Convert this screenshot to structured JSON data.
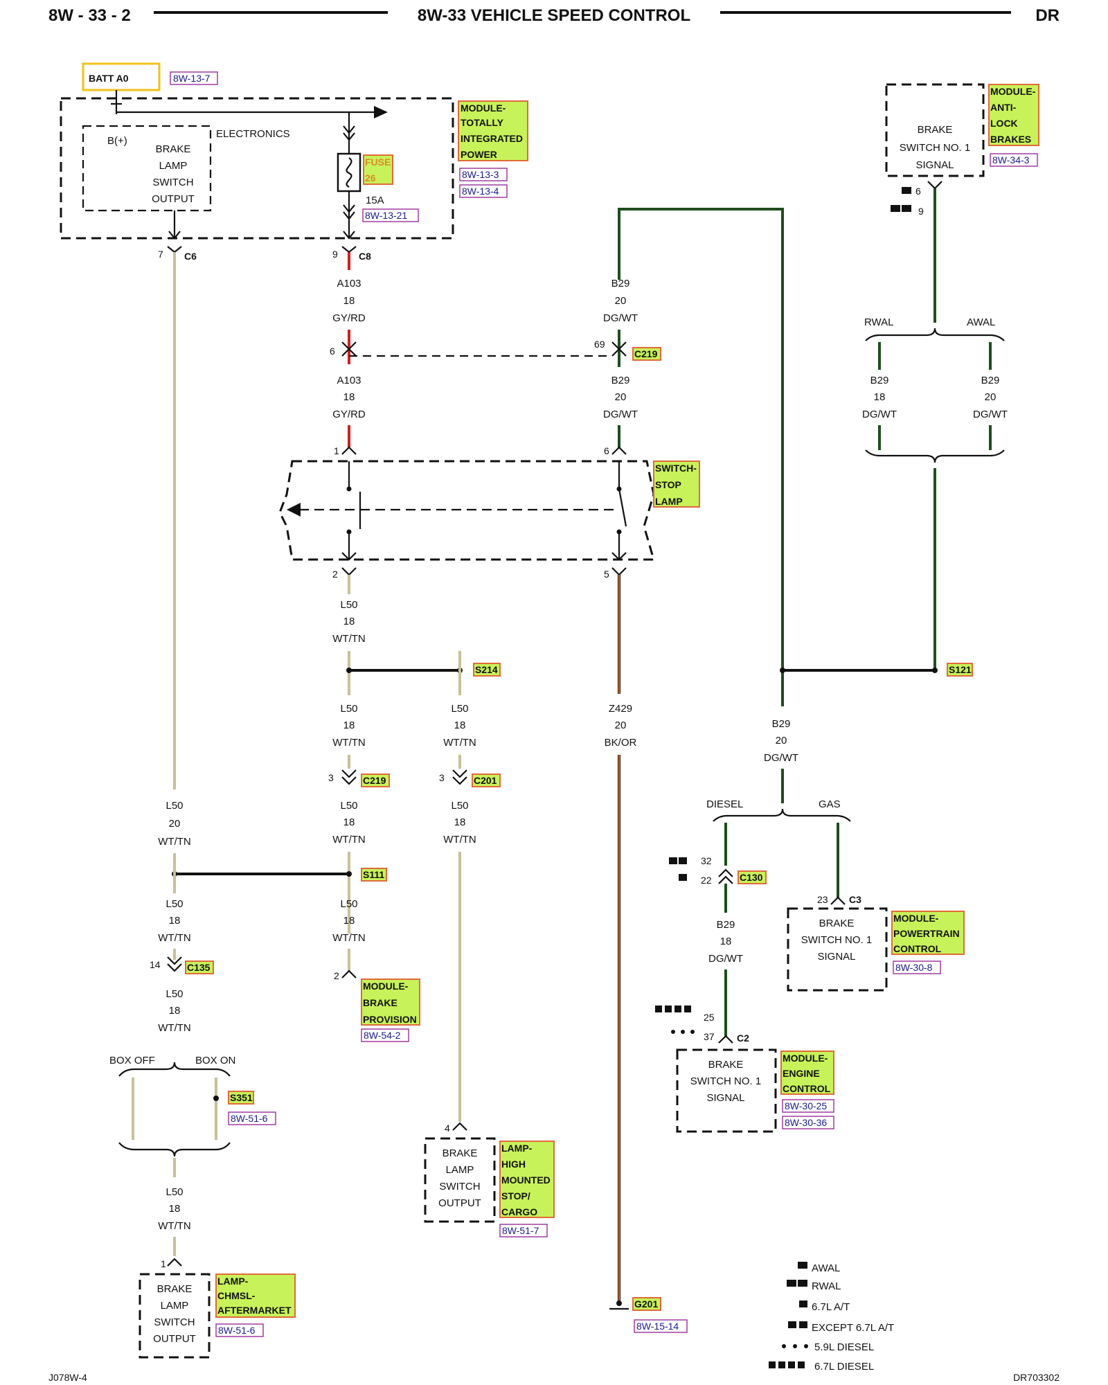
{
  "header": {
    "page": "8W - 33 - 2",
    "title": "8W-33 VEHICLE SPEED CONTROL",
    "model": "DR"
  },
  "footer": {
    "left": "J078W-4",
    "right": "DR703302"
  },
  "power": {
    "label": "BATT A0",
    "ref": "8W-13-7"
  },
  "tipm": {
    "b_plus": "B(+)",
    "electronics": "ELECTRONICS",
    "inner_lines": [
      "BRAKE",
      "LAMP",
      "SWITCH",
      "OUTPUT"
    ],
    "tag_lines": [
      "MODULE-",
      "TOTALLY",
      "INTEGRATED",
      "POWER"
    ],
    "refs": [
      "8W-13-3",
      "8W-13-4"
    ],
    "fuse": {
      "label_lines": [
        "FUSE",
        "26"
      ],
      "amp": "15A",
      "ref": "8W-13-21"
    },
    "pin_left": "7",
    "conn_left": "C6",
    "pin_right": "9",
    "conn_right": "C8"
  },
  "abs": {
    "lines": [
      "BRAKE",
      "SWITCH NO. 1",
      "SIGNAL"
    ],
    "tag_lines": [
      "MODULE-",
      "ANTI-",
      "LOCK",
      "BRAKES"
    ],
    "ref": "8W-34-3",
    "pin_a": "6",
    "pin_b": "9",
    "rwal": "RWAL",
    "awal": "AWAL"
  },
  "wires": {
    "a103_a": [
      "A103",
      "18",
      "GY/RD"
    ],
    "a103_b": [
      "A103",
      "18",
      "GY/RD"
    ],
    "b29_top": [
      "B29",
      "20",
      "DG/WT"
    ],
    "b29_mid": [
      "B29",
      "20",
      "DG/WT"
    ],
    "b29_rwal": [
      "B29",
      "18",
      "DG/WT"
    ],
    "b29_awal": [
      "B29",
      "20",
      "DG/WT"
    ],
    "b29_main": [
      "B29",
      "20",
      "DG/WT"
    ],
    "b29_diesel": [
      "B29",
      "18",
      "DG/WT"
    ],
    "l50_a": [
      "L50",
      "18",
      "WT/TN"
    ],
    "l50_b": [
      "L50",
      "18",
      "WT/TN"
    ],
    "l50_c": [
      "L50",
      "18",
      "WT/TN"
    ],
    "l50_d": [
      "L50",
      "18",
      "WT/TN"
    ],
    "l50_e": [
      "L50",
      "18",
      "WT/TN"
    ],
    "l50_left": [
      "L50",
      "20",
      "WT/TN"
    ],
    "l50_f": [
      "L50",
      "18",
      "WT/TN"
    ],
    "l50_g": [
      "L50",
      "18",
      "WT/TN"
    ],
    "l50_h": [
      "L50",
      "18",
      "WT/TN"
    ],
    "l50_i": [
      "L50",
      "18",
      "WT/TN"
    ],
    "z429": [
      "Z429",
      "20",
      "BK/OR"
    ]
  },
  "connectors": {
    "c219_a": {
      "pin_l": "6",
      "pin_r": "69",
      "name": "C219"
    },
    "c219_b": {
      "pin": "3",
      "name": "C219"
    },
    "c201": {
      "pin": "3",
      "name": "C201"
    },
    "c135": {
      "pin": "14",
      "name": "C135"
    },
    "c130": {
      "pin_a": "32",
      "pin_b": "22",
      "name": "C130"
    },
    "c3": {
      "pin": "23",
      "name": "C3"
    },
    "c2": {
      "pin_a": "25",
      "pin_b": "37",
      "name": "C2"
    }
  },
  "switch": {
    "pin_tl": "1",
    "pin_tr": "6",
    "pin_bl": "2",
    "pin_br": "5",
    "tag_lines": [
      "SWITCH-",
      "STOP",
      "LAMP"
    ]
  },
  "splices": {
    "s214": "S214",
    "s121": "S121",
    "s111": "S111",
    "s351": "S351",
    "s351_ref": "8W-51-6"
  },
  "branches": {
    "diesel": "DIESEL",
    "gas": "GAS",
    "box_off": "BOX OFF",
    "box_on": "BOX ON"
  },
  "pcm": {
    "lines": [
      "BRAKE",
      "SWITCH NO. 1",
      "SIGNAL"
    ],
    "tag_lines": [
      "MODULE-",
      "POWERTRAIN",
      "CONTROL"
    ],
    "ref": "8W-30-8"
  },
  "ecm": {
    "lines": [
      "BRAKE",
      "SWITCH NO. 1",
      "SIGNAL"
    ],
    "tag_lines": [
      "MODULE-",
      "ENGINE",
      "CONTROL"
    ],
    "refs": [
      "8W-30-25",
      "8W-30-36"
    ]
  },
  "mbp": {
    "pin": "2",
    "tag_lines": [
      "MODULE-",
      "BRAKE",
      "PROVISION"
    ],
    "ref": "8W-54-2"
  },
  "hmsl": {
    "pin": "4",
    "lines": [
      "BRAKE",
      "LAMP",
      "SWITCH",
      "OUTPUT"
    ],
    "tag_lines": [
      "LAMP-",
      "HIGH",
      "MOUNTED",
      "STOP/",
      "CARGO"
    ],
    "ref": "8W-51-7"
  },
  "chmsl": {
    "pin": "1",
    "lines": [
      "BRAKE",
      "LAMP",
      "SWITCH",
      "OUTPUT"
    ],
    "tag_lines": [
      "LAMP-",
      "CHMSL-",
      "AFTERMARKET"
    ],
    "ref": "8W-51-6"
  },
  "ground": {
    "name": "G201",
    "ref": "8W-15-14"
  },
  "legend": [
    "AWAL",
    "RWAL",
    "6.7L A/T",
    "EXCEPT 6.7L A/T",
    "5.9L DIESEL",
    "6.7L DIESEL"
  ]
}
